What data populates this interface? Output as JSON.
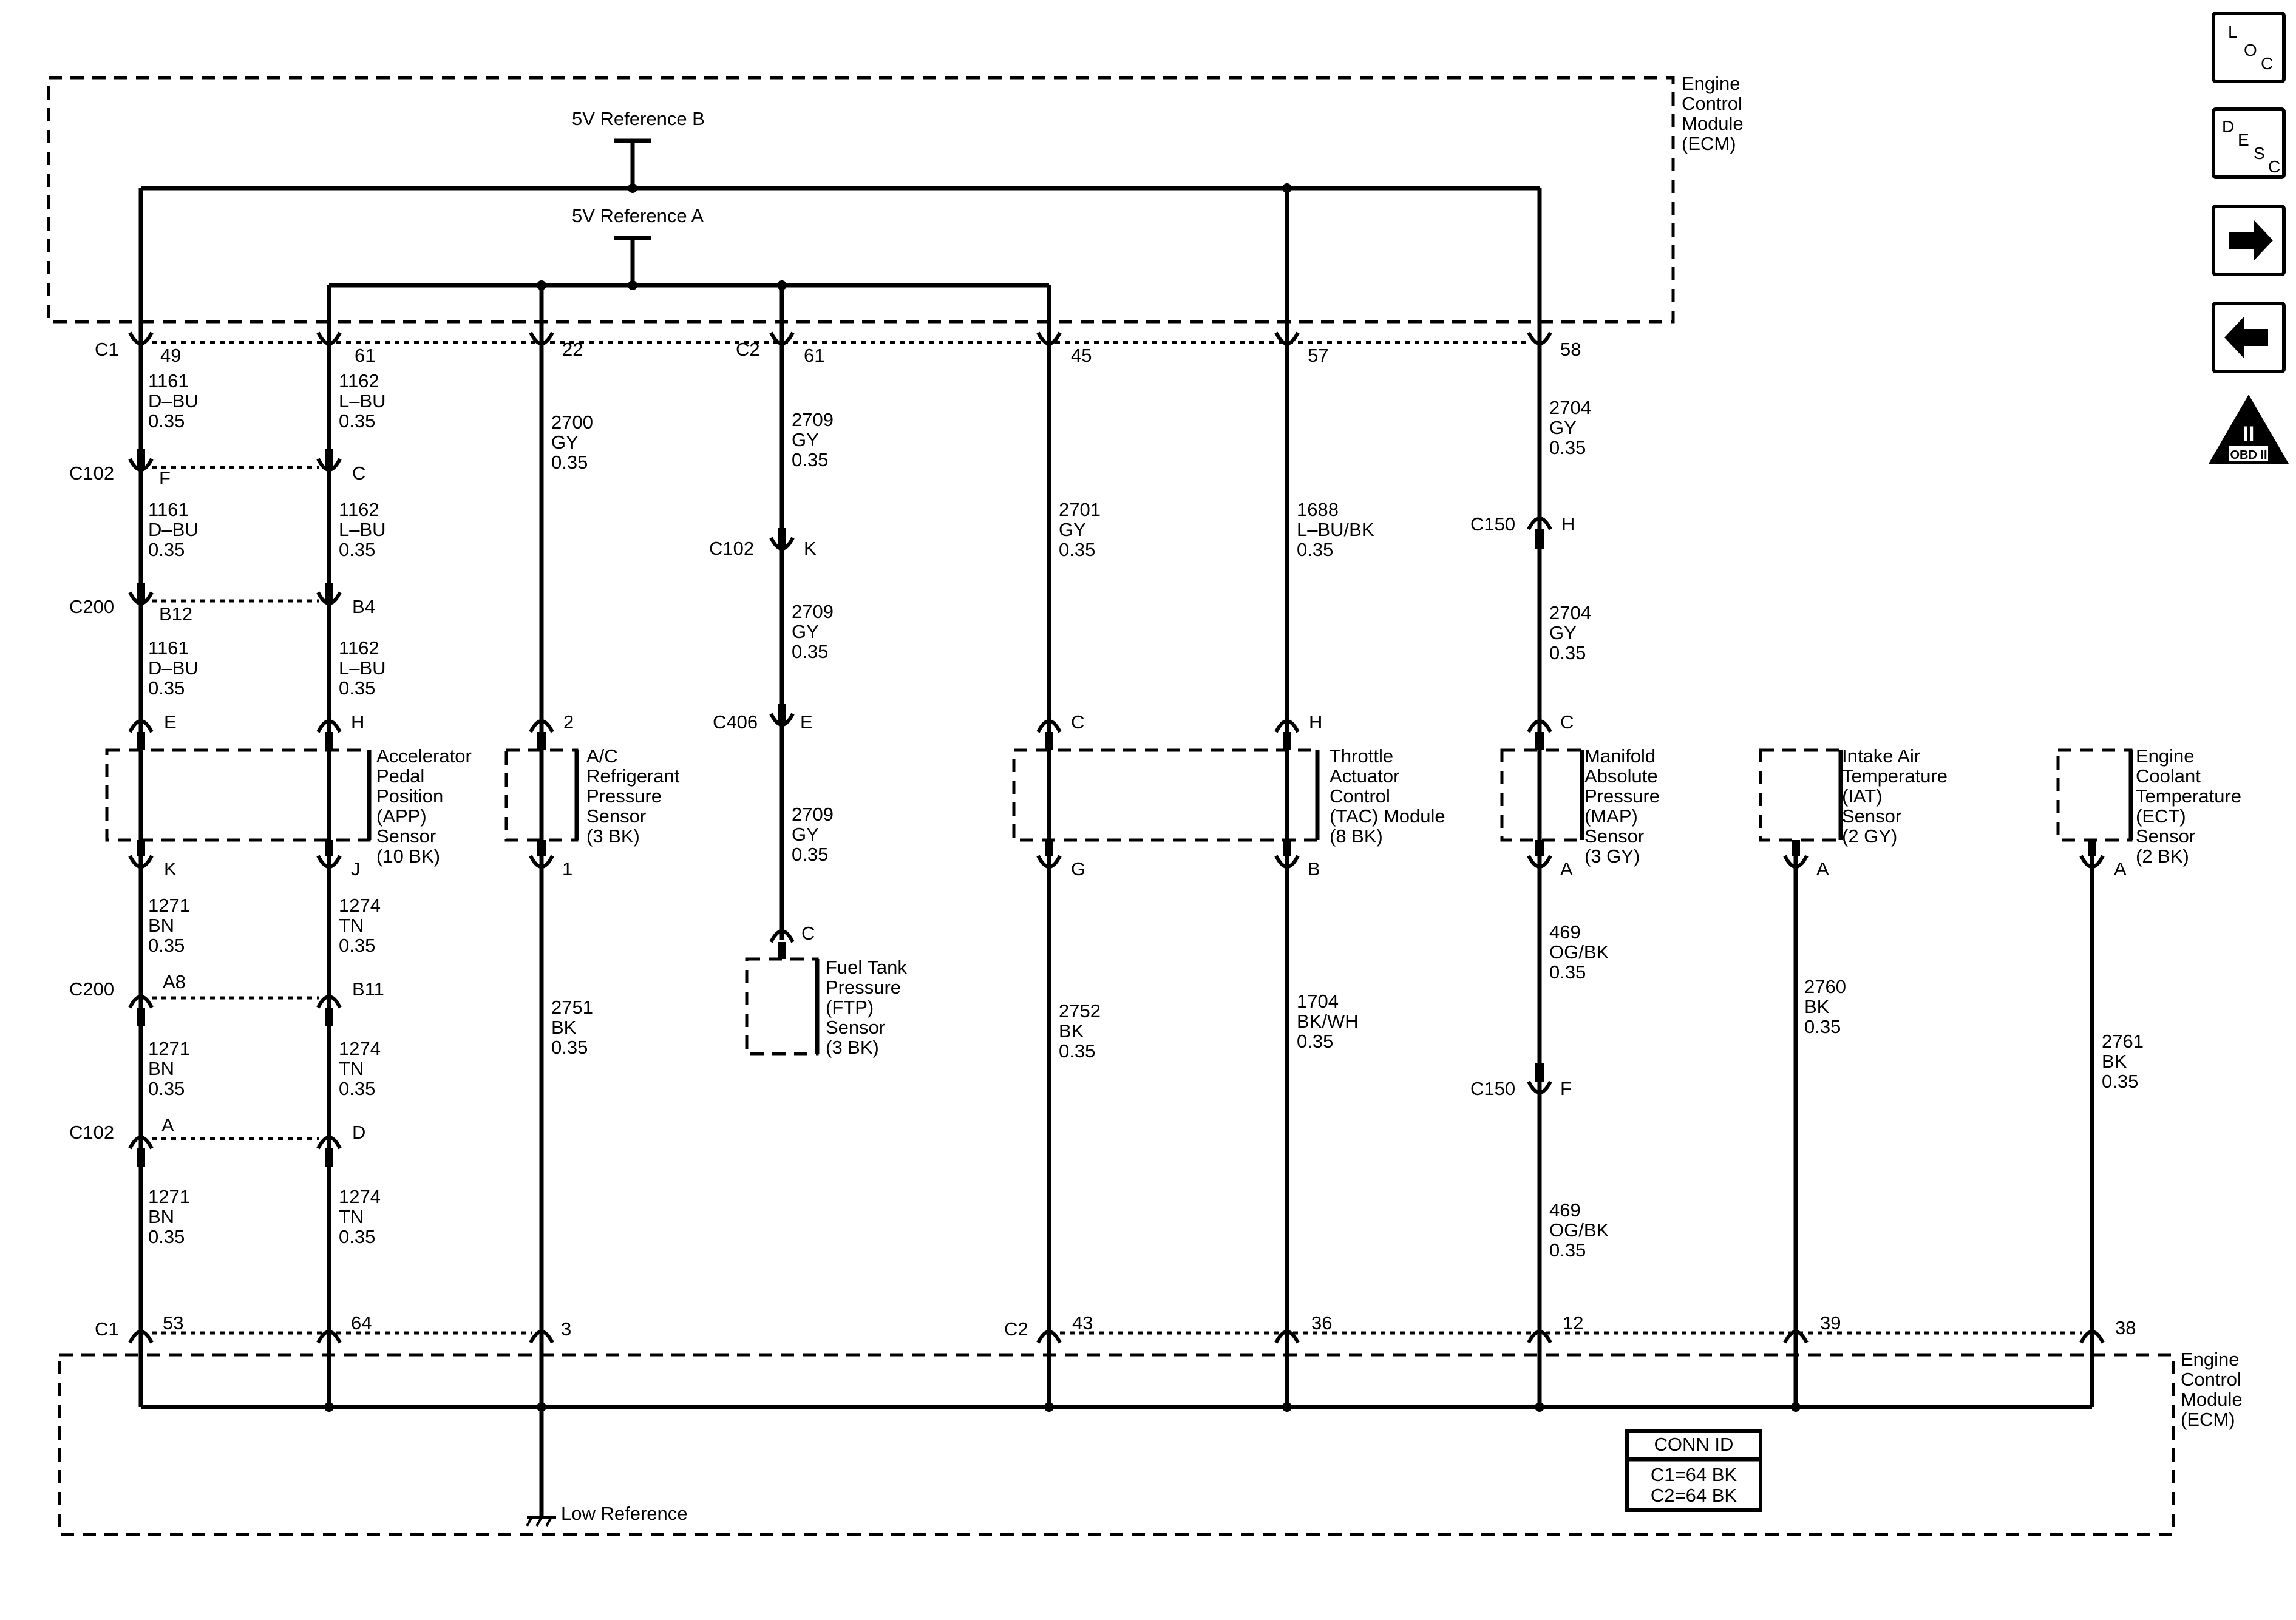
{
  "ecm_top": {
    "lines": [
      "Engine",
      "Control",
      "Module",
      "(ECM)"
    ]
  },
  "ecm_bottom": {
    "lines": [
      "Engine",
      "Control",
      "Module",
      "(ECM)"
    ]
  },
  "refs": {
    "ref_b": "5V Reference B",
    "ref_a": "5V Reference A",
    "low_ref": "Low Reference"
  },
  "conn_id": {
    "title": "CONN ID",
    "c1": "C1=64 BK",
    "c2": "C2=64 BK"
  },
  "nav": {
    "loc": [
      "L",
      "O",
      "C"
    ],
    "desc": [
      "D",
      "E",
      "S",
      "C"
    ],
    "obd_numeral": "II",
    "obd_label": "OBD II"
  },
  "top_pins": {
    "c1": "C1",
    "p49": "49",
    "p61a": "61",
    "p22": "22",
    "c2": "C2",
    "p61b": "61",
    "p45": "45",
    "p57": "57",
    "p58": "58"
  },
  "bottom_pins": {
    "c1": "C1",
    "p53": "53",
    "p64": "64",
    "p3": "3",
    "c2": "C2",
    "p43": "43",
    "p36": "36",
    "p12": "12",
    "p39": "39",
    "p38": "38"
  },
  "inline": {
    "c102": "C102",
    "c200": "C200",
    "c150": "C150",
    "c406": "C406",
    "F": "F",
    "C": "C",
    "B12": "B12",
    "B4": "B4",
    "K": "K",
    "E": "E",
    "H": "H",
    "A8": "A8",
    "B11": "B11",
    "A": "A",
    "D": "D"
  },
  "sensor_pins": {
    "app_E": "E",
    "app_H": "H",
    "app_K": "K",
    "app_J": "J",
    "ac_2": "2",
    "ac_1": "1",
    "ftp_C": "C",
    "tac_C": "C",
    "tac_H": "H",
    "tac_G": "G",
    "tac_B": "B",
    "map_C": "C",
    "map_A": "A",
    "iat_A": "A",
    "ect_A": "A"
  },
  "wires": {
    "w1161a": [
      "1161",
      "D–BU",
      "0.35"
    ],
    "w1162a": [
      "1162",
      "L–BU",
      "0.35"
    ],
    "w1161b": [
      "1161",
      "D–BU",
      "0.35"
    ],
    "w1162b": [
      "1162",
      "L–BU",
      "0.35"
    ],
    "w1161c": [
      "1161",
      "D–BU",
      "0.35"
    ],
    "w1162c": [
      "1162",
      "L–BU",
      "0.35"
    ],
    "w2700": [
      "2700",
      "GY",
      "0.35"
    ],
    "w2709a": [
      "2709",
      "GY",
      "0.35"
    ],
    "w2709b": [
      "2709",
      "GY",
      "0.35"
    ],
    "w2709c": [
      "2709",
      "GY",
      "0.35"
    ],
    "w2701": [
      "2701",
      "GY",
      "0.35"
    ],
    "w1688": [
      "1688",
      "L–BU/BK",
      "0.35"
    ],
    "w2704a": [
      "2704",
      "GY",
      "0.35"
    ],
    "w2704b": [
      "2704",
      "GY",
      "0.35"
    ],
    "w1271a": [
      "1271",
      "BN",
      "0.35"
    ],
    "w1274a": [
      "1274",
      "TN",
      "0.35"
    ],
    "w1271b": [
      "1271",
      "BN",
      "0.35"
    ],
    "w1274b": [
      "1274",
      "TN",
      "0.35"
    ],
    "w1271c": [
      "1271",
      "BN",
      "0.35"
    ],
    "w1274c": [
      "1274",
      "TN",
      "0.35"
    ],
    "w2751": [
      "2751",
      "BK",
      "0.35"
    ],
    "w2752": [
      "2752",
      "BK",
      "0.35"
    ],
    "w1704": [
      "1704",
      "BK/WH",
      "0.35"
    ],
    "w469a": [
      "469",
      "OG/BK",
      "0.35"
    ],
    "w469b": [
      "469",
      "OG/BK",
      "0.35"
    ],
    "w2760": [
      "2760",
      "BK",
      "0.35"
    ],
    "w2761": [
      "2761",
      "BK",
      "0.35"
    ]
  },
  "sensors": {
    "app": [
      "Accelerator",
      "Pedal",
      "Position",
      "(APP)",
      "Sensor",
      "(10 BK)"
    ],
    "ac": [
      "A/C",
      "Refrigerant",
      "Pressure",
      "Sensor",
      "(3 BK)"
    ],
    "ftp": [
      "Fuel Tank",
      "Pressure",
      "(FTP)",
      "Sensor",
      "(3 BK)"
    ],
    "tac": [
      "Throttle",
      "Actuator",
      "Control",
      "(TAC) Module",
      "(8 BK)"
    ],
    "map": [
      "Manifold",
      "Absolute",
      "Pressure",
      "(MAP)",
      "Sensor",
      "(3 GY)"
    ],
    "iat": [
      "Intake Air",
      "Temperature",
      "(IAT)",
      "Sensor",
      "(2 GY)"
    ],
    "ect": [
      "Engine",
      "Coolant",
      "Temperature",
      "(ECT)",
      "Sensor",
      "(2 BK)"
    ]
  }
}
